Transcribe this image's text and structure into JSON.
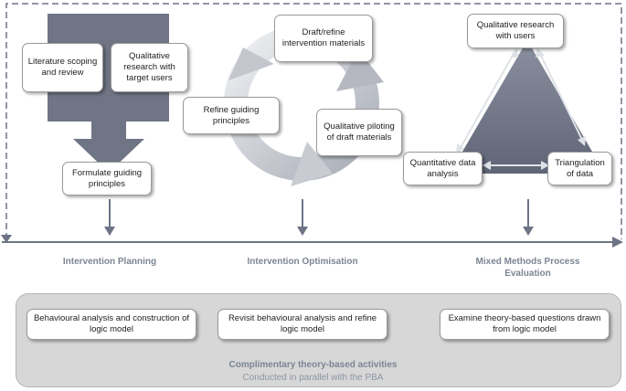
{
  "colors": {
    "shape": "#6f7585",
    "shape_light": "#b9bcc4",
    "axis": "#6e7486",
    "panel": "#d7d7d7",
    "label": "#7c8593"
  },
  "planning": {
    "box_literature": "Literature scoping and review",
    "box_qualitative": "Qualitative research with target users",
    "box_formulate": "Formulate guiding principles",
    "label": "Intervention Planning"
  },
  "optimisation": {
    "box_draft": "Draft/refine intervention materials",
    "box_refine": "Refine guiding principles",
    "box_piloting": "Qualitative piloting of draft materials",
    "label": "Intervention Optimisation"
  },
  "evaluation": {
    "box_qualitative": "Qualitative research with users",
    "box_quantitative": "Quantitative data analysis",
    "box_triangulation": "Triangulation of data",
    "label": "Mixed Methods Process Evaluation"
  },
  "panel": {
    "box_behavioural": "Behavioural analysis and construction of logic model",
    "box_revisit": "Revisit behavioural analysis and refine logic model",
    "box_examine": "Examine theory-based questions drawn from logic model",
    "title": "Complimentary theory-based activities",
    "subtitle": "Conducted in parallel with the PBA"
  }
}
